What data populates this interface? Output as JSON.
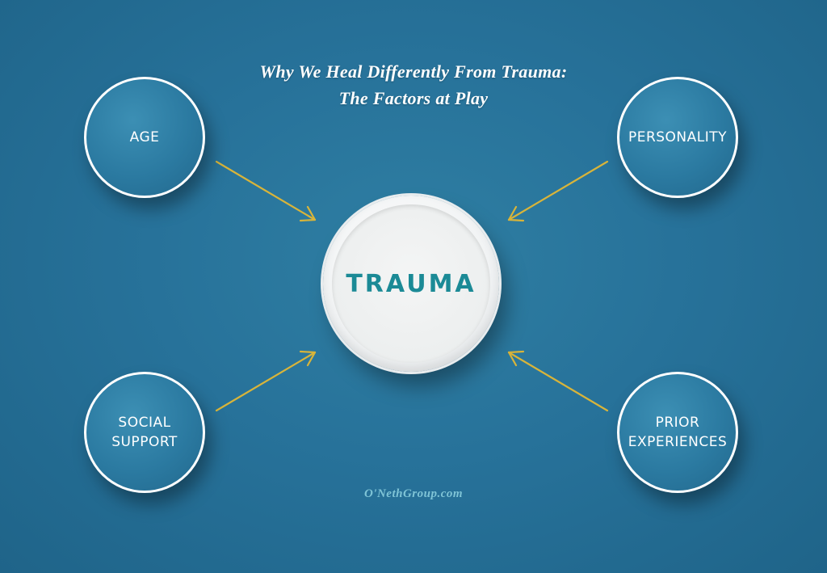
{
  "title": {
    "line1": "Why We Heal Differently From Trauma:",
    "line2": "The Factors at Play"
  },
  "center": {
    "label": "TRAUMA"
  },
  "factors": [
    {
      "label": "AGE"
    },
    {
      "label": "PERSONALITY"
    },
    {
      "label": "SOCIAL\nSUPPORT"
    },
    {
      "label": "PRIOR\nEXPERIENCES"
    }
  ],
  "footer": "O'NethGroup.com",
  "colors": {
    "background": "#27729a",
    "arrow": "#d8b43a",
    "center_text": "#1b8a96",
    "footer_text": "#7fc4d6"
  }
}
